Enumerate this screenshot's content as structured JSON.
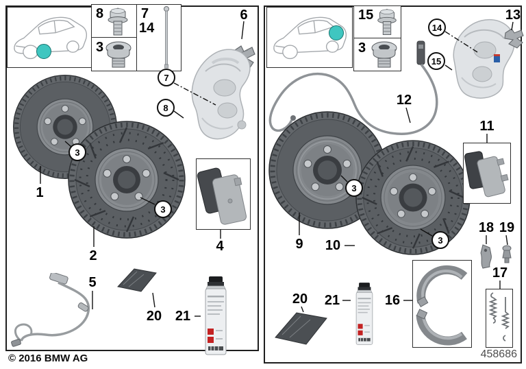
{
  "footer": {
    "copyright": "© 2016 BMW AG",
    "diagram_number": "458686"
  },
  "colors": {
    "highlight_teal": "#3fc6c0",
    "disc_gray": "#5d6165",
    "caliper_gray": "#dde0e3"
  },
  "left_panel": {
    "title": "front-brake-service",
    "part_boxes": {
      "bolt_label": "8",
      "plug_label": "3",
      "pin_label_a": "7",
      "pin_label_b": "14"
    },
    "callouts": {
      "retaining_clip": "6",
      "caliper": "7",
      "guide": "8",
      "disc_standard": "1",
      "disc_sport": "2",
      "screw_a": "3",
      "screw_b": "3",
      "pad_set": "4",
      "wear_sensor": "5",
      "paste": "20",
      "cleaner": "21"
    }
  },
  "right_panel": {
    "title": "rear-brake-service",
    "part_boxes": {
      "bolt_label": "15",
      "plug_label": "3"
    },
    "callouts": {
      "retaining_clip": "13",
      "caliper": "14",
      "bleeder": "15",
      "wear_sensor": "12",
      "disc_standard": "9",
      "disc_sport": "10",
      "screw_a": "3",
      "screw_b": "3",
      "pad_set": "11",
      "shoe_set": "16",
      "spring_kit": "17",
      "adjuster": "18",
      "expander": "19",
      "paste": "20",
      "cleaner": "21"
    }
  }
}
